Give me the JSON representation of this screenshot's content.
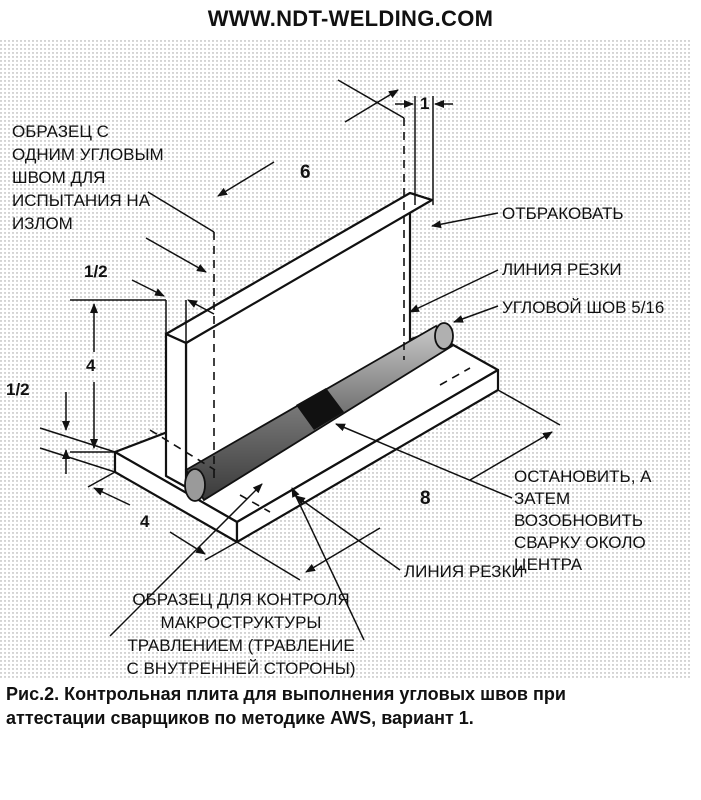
{
  "header": {
    "site": "WWW.NDT-WELDING.COM"
  },
  "labels": {
    "fracture_specimen": "ОБРАЗЕЦ  С\nОДНИМ УГЛОВЫМ\nШВОМ ДЛЯ\nИСПЫТАНИЯ НА\nИЗЛОМ",
    "discard": "ОТБРАКОВАТЬ",
    "cut_line_top": "ЛИНИЯ РЕЗКИ",
    "fillet_weld": "УГЛОВОЙ ШОВ 5/16",
    "stop_restart": "ОСТАНОВИТЬ, А\nЗАТЕМ ВОЗОБНОВИТЬ\nСВАРКУ ОКОЛО\nЦЕНТРА",
    "cut_line_bottom": "ЛИНИЯ РЕЗКИ",
    "macro_specimen": "ОБРАЗЕЦ ДЛЯ КОНТРОЛЯ\nМАКРОСТРУКТУРЫ\nТРАВЛЕНИЕМ (ТРАВЛЕНИЕ\nС ВНУТРЕННЕЙ СТОРОНЫ)"
  },
  "dimensions": {
    "top_margin": "1",
    "web_length": "6",
    "web_thickness": "1/2",
    "web_height": "4",
    "base_thickness": "1/2",
    "base_width": "4",
    "base_length": "8"
  },
  "caption": "Рис.2. Контрольная плита для выполнения угловых швов при\nаттестации сварщиков по методике AWS, вариант 1."
}
